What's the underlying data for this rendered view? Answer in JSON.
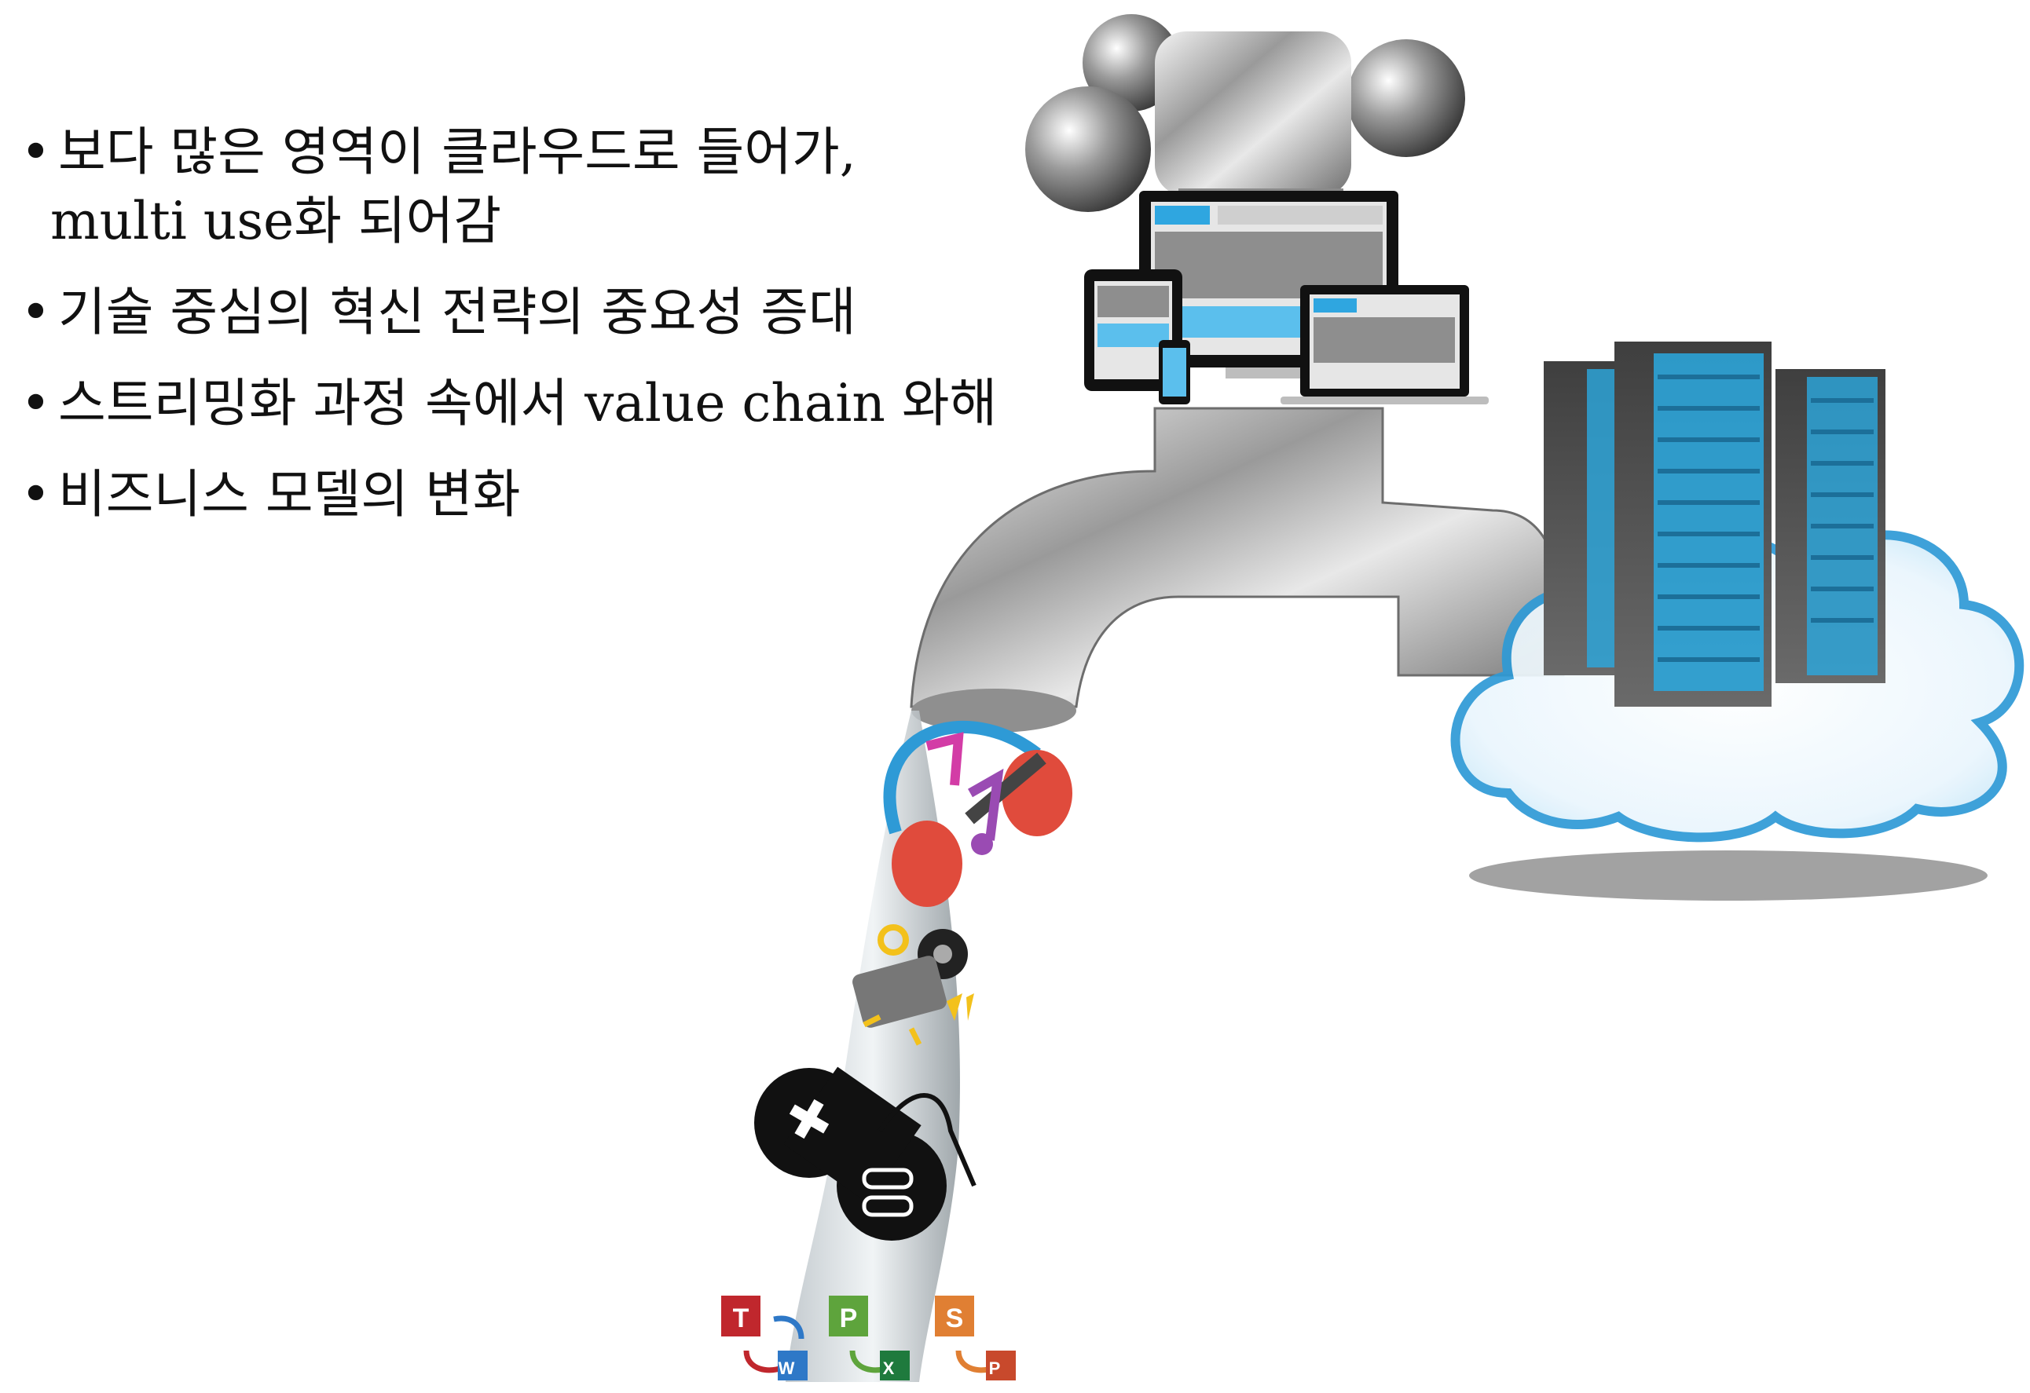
{
  "bullets": [
    {
      "lines": [
        "보다 많은 영역이 클라우드로 들어가,",
        "multi use화 되어감"
      ]
    },
    {
      "lines": [
        "기술 중심의 혁신 전략의 중요성 증대"
      ]
    },
    {
      "lines": [
        "스트리밍화 과정 속에서 value chain 와해"
      ]
    },
    {
      "lines": [
        "비즈니스 모델의 변화"
      ]
    }
  ],
  "app_badges": [
    "T",
    "W",
    "P",
    "X",
    "S",
    "P"
  ],
  "colors": {
    "word_red": "#c0272d",
    "excel_green": "#5ea43c",
    "office_orange": "#e07f33",
    "cloud_blue": "#2e9ad6",
    "server_cyan": "#2aa9e0",
    "headphone_red": "#e04b3c"
  },
  "icons": [
    "faucet-icon",
    "laptop-icon",
    "monitor-icon",
    "tablet-icon",
    "phone-icon",
    "cloud-icon",
    "server-rack-icon",
    "headphones-icon",
    "music-note-icon",
    "camera-icon",
    "gamepad-icon"
  ]
}
